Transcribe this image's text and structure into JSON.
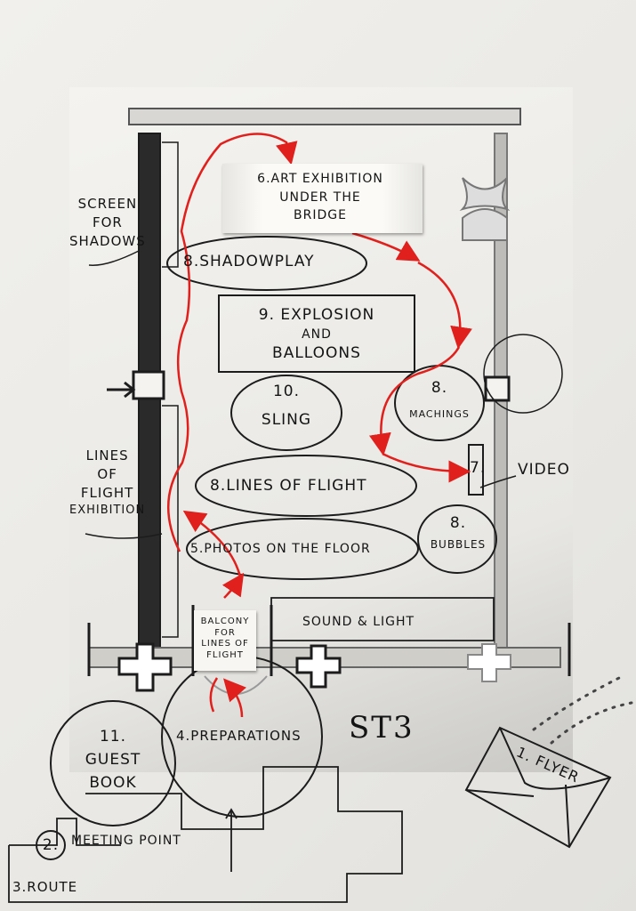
{
  "labels": {
    "screen": [
      "SCREEN",
      "FOR",
      "SHADOWS"
    ],
    "lines_exhibition": [
      "LINES",
      "OF",
      "FLIGHT",
      "EXHIBITION"
    ],
    "art_exhibition": [
      "6.ART EXHIBITION",
      "UNDER THE",
      "BRIDGE"
    ],
    "shadowplay": "8.SHADOWPLAY",
    "explosion": [
      "9. EXPLOSION",
      "AND",
      "BALLOONS"
    ],
    "sling": [
      "10.",
      "SLING"
    ],
    "machinings": [
      "8.",
      "MACHINGS"
    ],
    "video_number": "7.",
    "video": "VIDEO",
    "lines_of_flight": "8.LINES OF FLIGHT",
    "bubbles": [
      "8.",
      "BUBBLES"
    ],
    "photos": "5.PHOTOS ON THE FLOOR",
    "balcony": [
      "BALCONY",
      "FOR",
      "LINES OF",
      "FLIGHT"
    ],
    "sound_light": "SOUND & LIGHT",
    "guest_book": [
      "11.",
      "GUEST",
      "BOOK"
    ],
    "preparations": "4.PREPARATIONS",
    "title": "ST3",
    "flyer": "1. FLYER",
    "meeting_point_num": "2.",
    "meeting_point": "MEETING POINT",
    "route": "3.ROUTE"
  },
  "colors": {
    "ink": "#141414",
    "route_red": "#e0201c",
    "paper": "#f1f0ec"
  }
}
